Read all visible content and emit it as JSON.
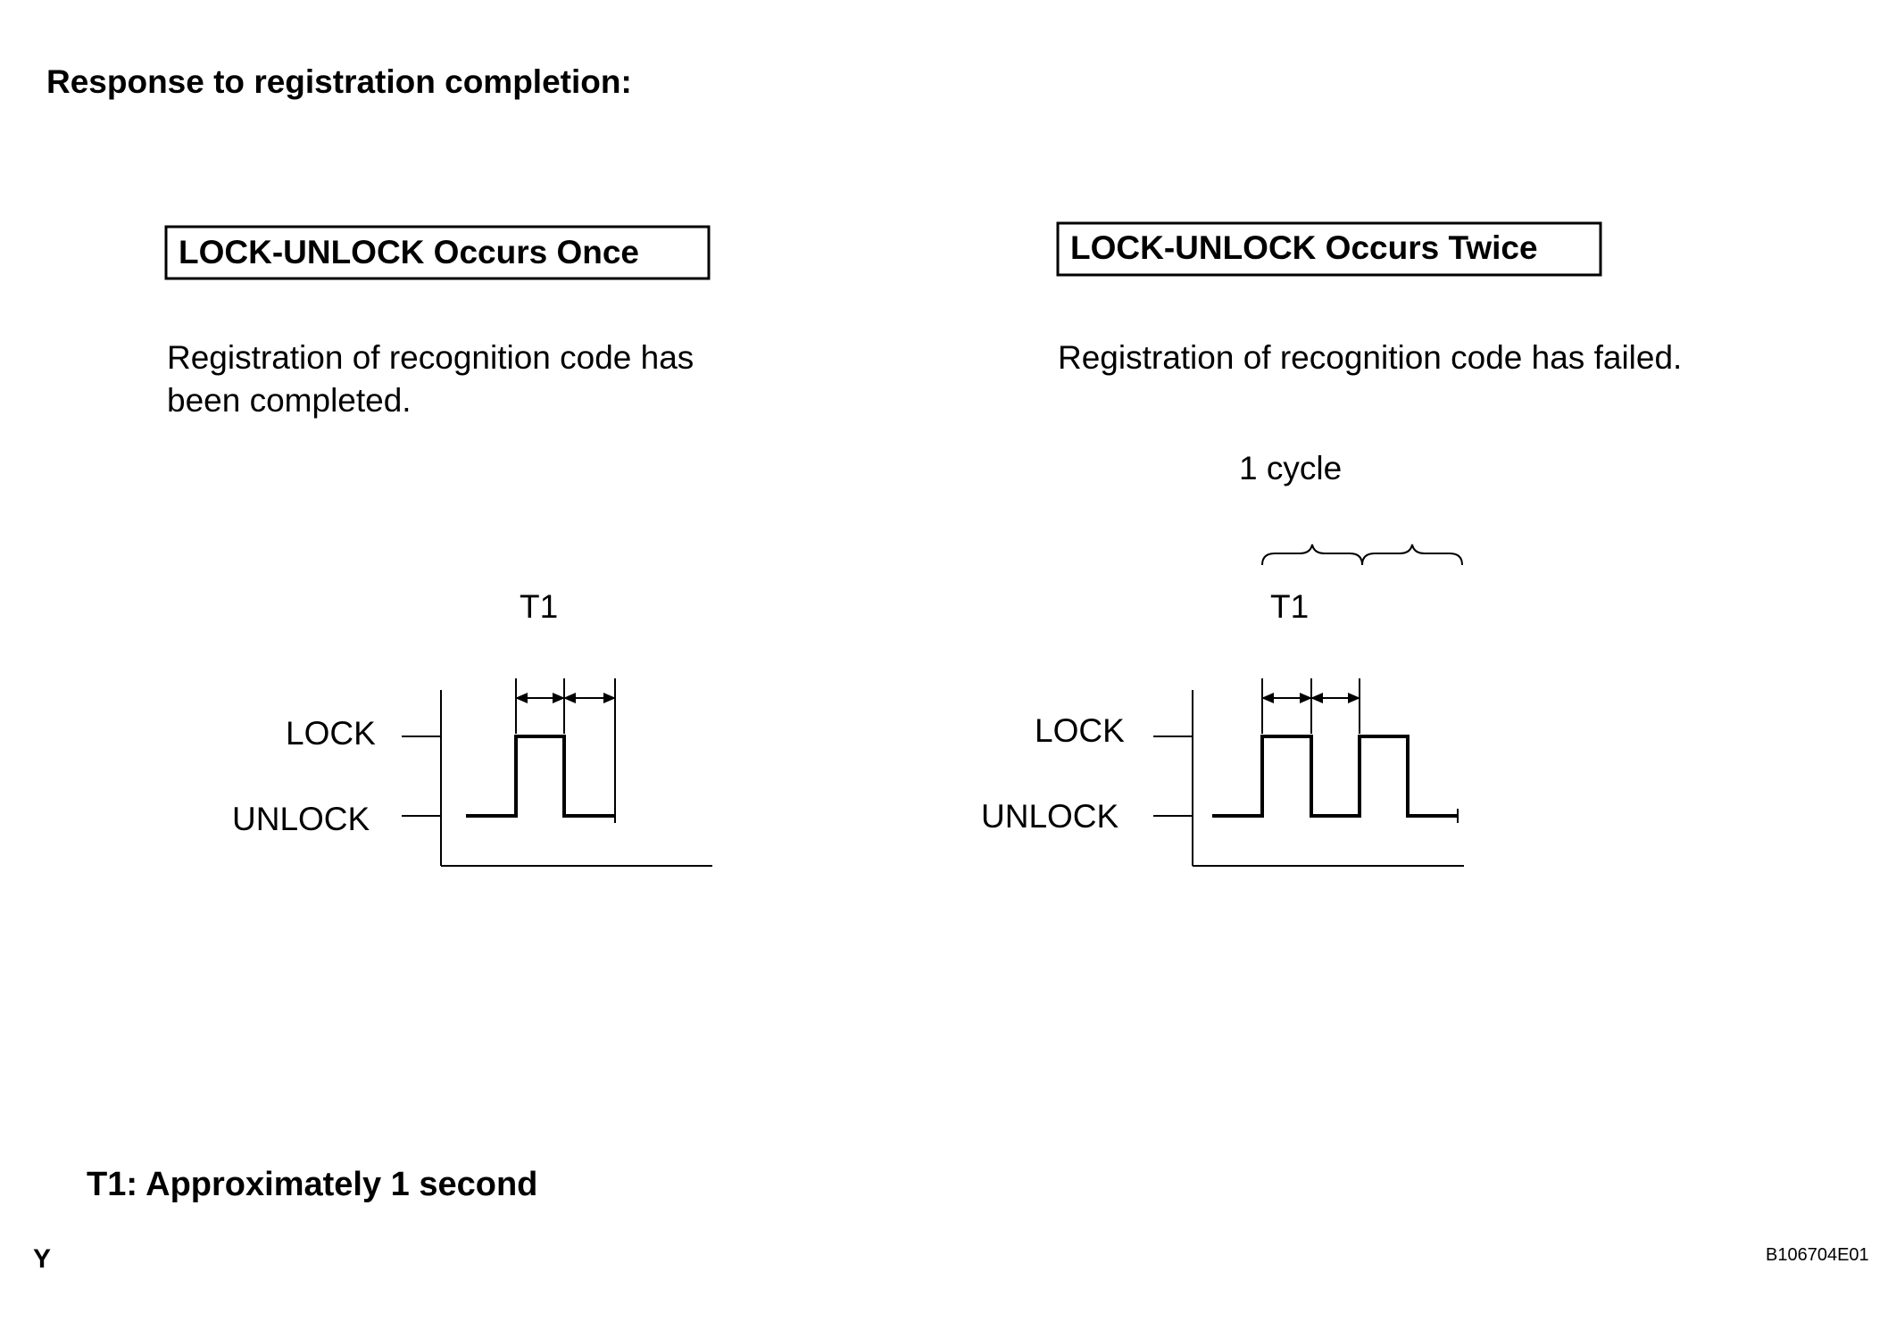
{
  "heading": "Response to registration completion:",
  "panels": [
    {
      "title": "LOCK-UNLOCK Occurs Once",
      "description_lines": [
        "Registration of recognition code has",
        "been completed."
      ],
      "t1_label": "T1",
      "lock_label": "LOCK",
      "unlock_label": "UNLOCK",
      "pulses": 1
    },
    {
      "title": "LOCK-UNLOCK Occurs Twice",
      "description_lines": [
        "Registration of recognition code has failed."
      ],
      "cycle_label": "1 cycle",
      "t1_label": "T1",
      "lock_label": "LOCK",
      "unlock_label": "UNLOCK",
      "pulses": 2
    }
  ],
  "footnote": "T1: Approximately 1 second",
  "corner_letter": "Y",
  "figure_code": "B106704E01"
}
